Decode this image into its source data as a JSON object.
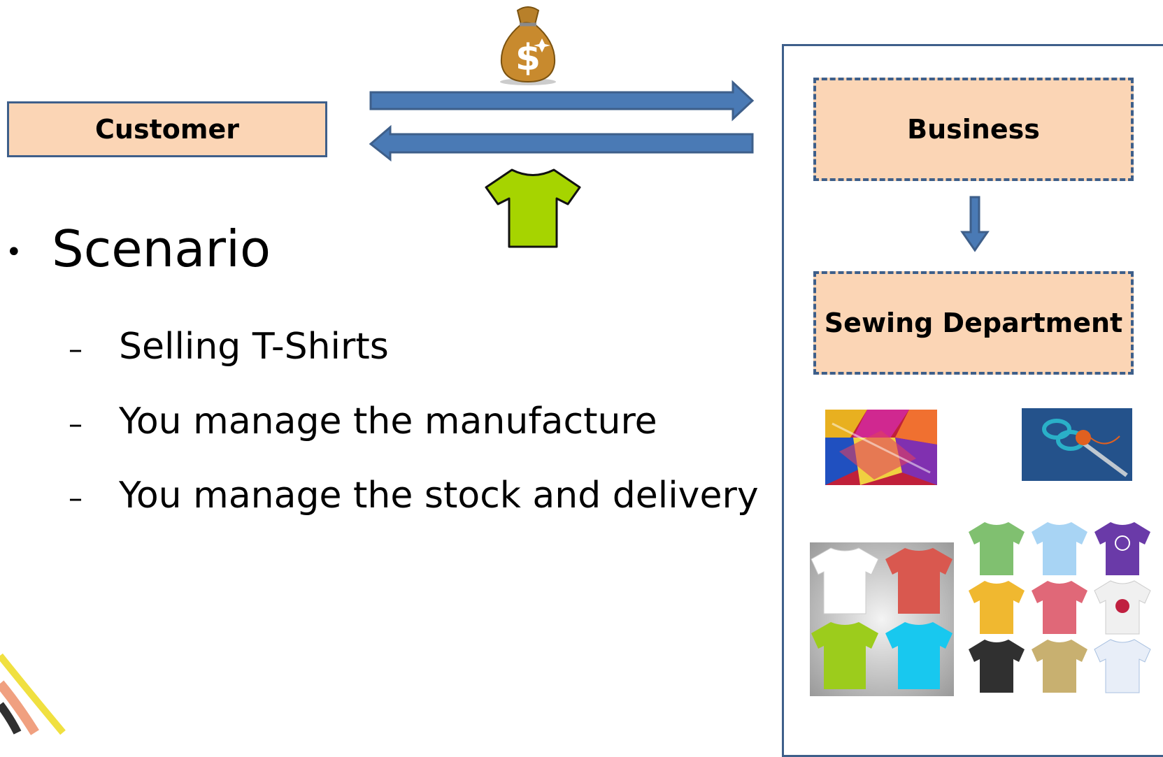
{
  "customer": {
    "label": "Customer"
  },
  "business": {
    "label": "Business"
  },
  "sewing": {
    "label": "Sewing Department"
  },
  "scenario": {
    "title": "Scenario",
    "items": [
      "Selling T-Shirts",
      "You manage the manufacture",
      "You manage the stock and delivery"
    ]
  },
  "colors": {
    "box_fill": "#fbd5b5",
    "box_border": "#3e5f8a",
    "arrow_fill": "#4a7ab5",
    "shirt_green": "#a6d400"
  },
  "icons": {
    "money": "money-bag-icon",
    "shirt": "t-shirt-icon"
  }
}
